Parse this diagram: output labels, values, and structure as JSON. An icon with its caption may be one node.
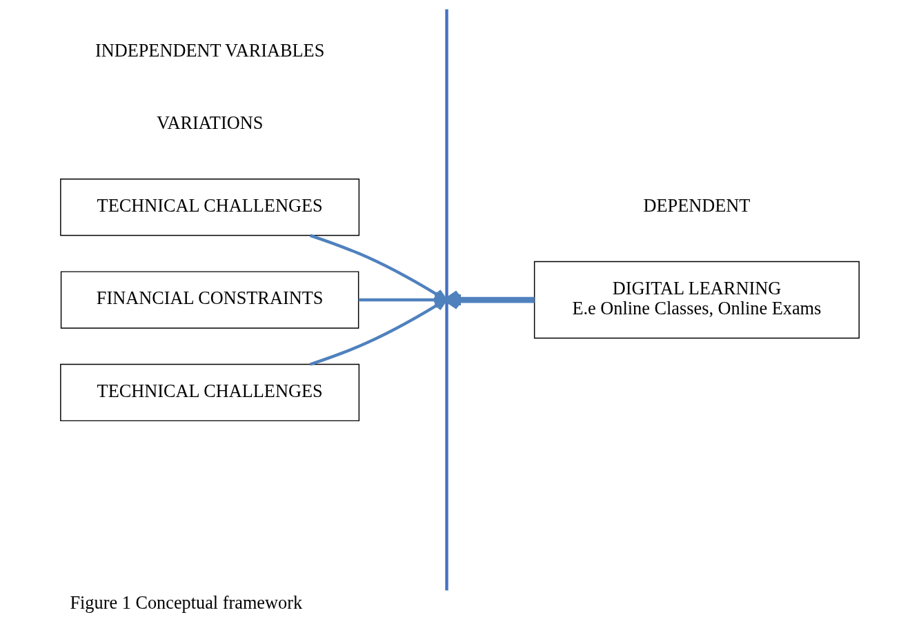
{
  "diagram": {
    "caption": "Figure 1 Conceptual framework",
    "nodes": [
      {
        "text": [
          "TECHNICAL CHALLENGES"
        ]
      },
      {
        "text": [
          "DIGITAL LEARNING",
          "E.e Online Classes, Online Exams"
        ]
      },
      {
        "text": [
          "FINANCIAL CONSTRAINTS"
        ]
      },
      {
        "text": [
          "TECHNICAL CHALLENGES"
        ]
      },
      {
        "text": [],
        "shape": "bar"
      }
    ],
    "edges": [
      {
        "from": 0,
        "to": 4,
        "arrow": "to"
      },
      {
        "from": 1,
        "to": 4,
        "arrow": "to",
        "style": "thick"
      },
      {
        "from": 2,
        "to": 4,
        "arrow": "to"
      },
      {
        "from": 3,
        "to": 4,
        "arrow": "to"
      }
    ],
    "labels": [
      "INDEPENDENT VARIABLES",
      "DEPENDENT",
      "VARIATIONS"
    ]
  }
}
